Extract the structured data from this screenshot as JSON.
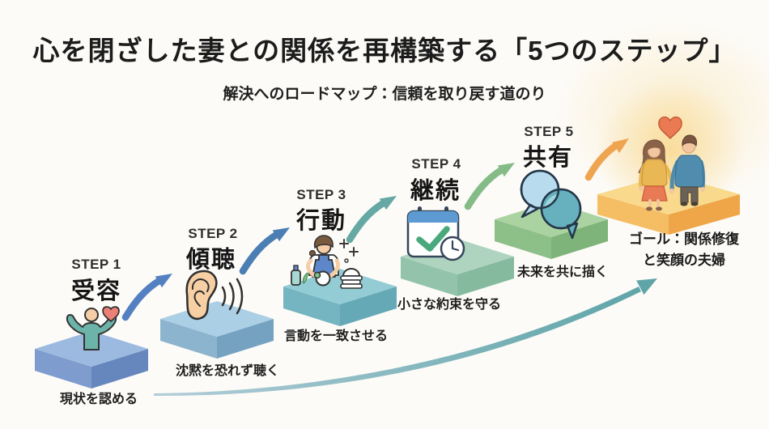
{
  "title": "心を閉ざした妻との関係を再構築する「5つのステップ」",
  "subtitle": "解決へのロードマップ：信頼を取り戻す道のり",
  "background_color": "#fcfbf7",
  "steps": [
    {
      "label": "STEP 1",
      "name": "受容",
      "caption": "現状を認める",
      "icon": "person-open-arms-heart-icon",
      "colors": {
        "top": "#9cb9e0",
        "left": "#7e9cce",
        "right": "#6687bd"
      }
    },
    {
      "label": "STEP 2",
      "name": "傾聴",
      "caption": "沈黙を恐れず聴く",
      "icon": "listening-ear-icon",
      "colors": {
        "top": "#abcfe4",
        "left": "#8cb4cf",
        "right": "#76a2c2"
      }
    },
    {
      "label": "STEP 3",
      "name": "行動",
      "caption": "言動を一致させる",
      "icon": "dishwashing-icon",
      "colors": {
        "top": "#93ccd4",
        "left": "#74b5c1",
        "right": "#65a8b6"
      }
    },
    {
      "label": "STEP 4",
      "name": "継続",
      "caption": "小さな約束を守る",
      "icon": "calendar-check-clock-icon",
      "colors": {
        "top": "#aed4bf",
        "left": "#93c4ab",
        "right": "#86ba9f"
      }
    },
    {
      "label": "STEP 5",
      "name": "共有",
      "caption": "未来を共に描く",
      "icon": "speech-bubbles-icon",
      "colors": {
        "top": "#abd3a2",
        "left": "#8dc089",
        "right": "#7eb37a"
      }
    }
  ],
  "goal": {
    "caption_line1": "ゴール：関係修復",
    "caption_line2": "と笑顔の夫婦",
    "icon": "happy-couple-heart-icon",
    "colors": {
      "top": "#f9d98c",
      "left": "#f5bd64",
      "right": "#efa648"
    },
    "glow_color": "#f9d88e"
  },
  "arrows": [
    {
      "from": "step-1",
      "to": "step-2",
      "color": "#5480c2"
    },
    {
      "from": "step-2",
      "to": "step-3",
      "color": "#4b7eb3"
    },
    {
      "from": "step-3",
      "to": "step-4",
      "color": "#65a8a4"
    },
    {
      "from": "step-4",
      "to": "step-5",
      "color": "#84bb86"
    },
    {
      "from": "step-5",
      "to": "goal",
      "color": "#efa450"
    }
  ],
  "flow_arrow": {
    "start_color": "#b3cdd9",
    "end_color": "#5fa5a8"
  }
}
